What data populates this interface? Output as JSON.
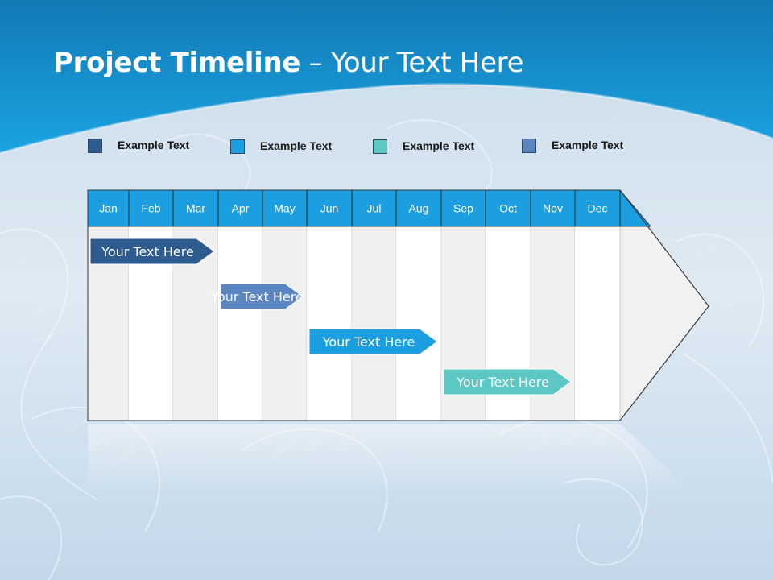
{
  "title": {
    "bold": "Project Timeline",
    "rest": " – Your Text Here"
  },
  "legend": [
    {
      "label": "Example Text",
      "color": "#2f5c8f"
    },
    {
      "label": "Example Text",
      "color": "#1b9fe0"
    },
    {
      "label": "Example Text",
      "color": "#5cc8c4"
    },
    {
      "label": "Example Text",
      "color": "#5b86c2"
    }
  ],
  "months": [
    "Jan",
    "Feb",
    "Mar",
    "Apr",
    "May",
    "Jun",
    "Jul",
    "Aug",
    "Sep",
    "Oct",
    "Nov",
    "Dec"
  ],
  "tasks": [
    {
      "label": "Your  Text Here",
      "start": "Jan",
      "end": "Apr",
      "color": "#2f5c8f"
    },
    {
      "label": "Your  Text Here",
      "start": "Apr",
      "end": "Jun",
      "color": "#5b86c2"
    },
    {
      "label": "Your  Text Here",
      "start": "Jun",
      "end": "Sep",
      "color": "#1b9fe0"
    },
    {
      "label": "Your  Text Here",
      "start": "Sep",
      "end": "Dec",
      "color": "#5cc8c4"
    }
  ],
  "colors": {
    "header_band": "#1b9fe0",
    "month_header": "#1b9fe0",
    "grid_light": "#f0f0f0",
    "grid_white": "#ffffff"
  }
}
